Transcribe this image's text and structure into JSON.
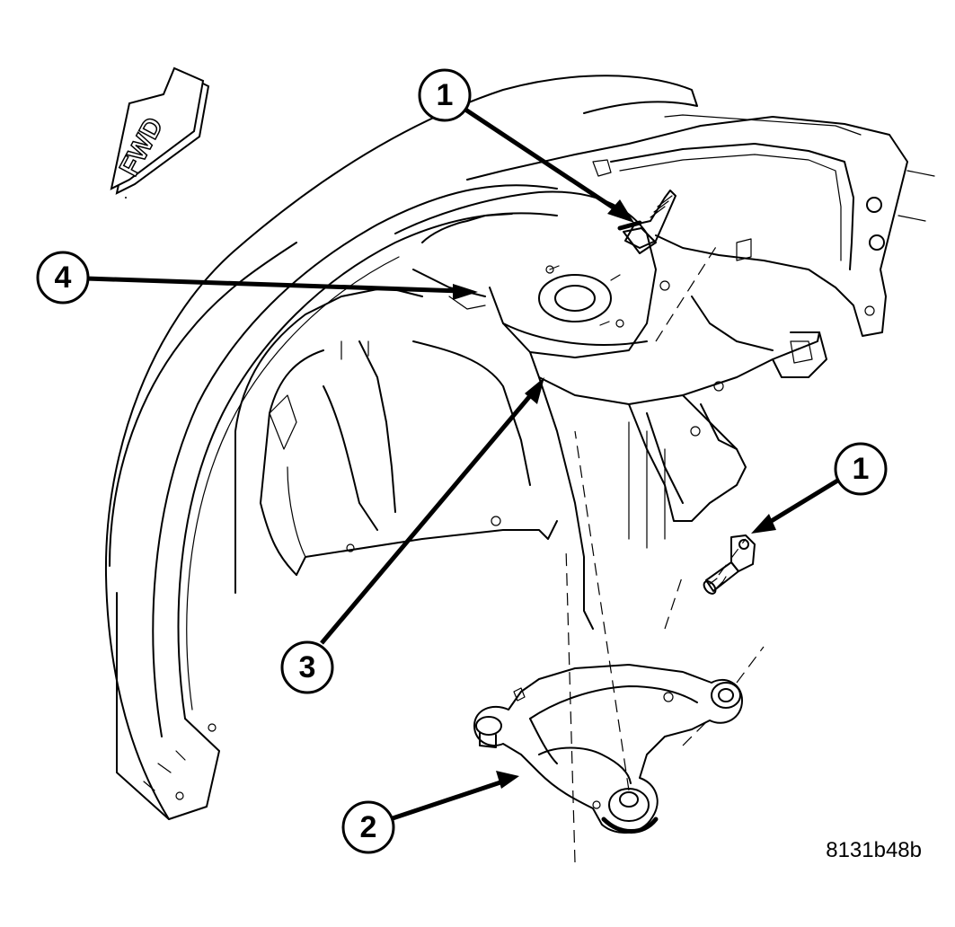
{
  "figure_id": "8131b48b",
  "direction_indicator": {
    "label": "FWD"
  },
  "callouts": [
    {
      "id": "callout-1-upper",
      "number": "1",
      "target": "Upper bolt (mounted)"
    },
    {
      "id": "callout-4",
      "number": "4",
      "target": "Body shock tower"
    },
    {
      "id": "callout-3",
      "number": "3",
      "target": "Inner panel"
    },
    {
      "id": "callout-1-lower",
      "number": "1",
      "target": "Bolt (exploded)"
    },
    {
      "id": "callout-2",
      "number": "2",
      "target": "Upper control arm"
    }
  ],
  "colors": {
    "ink": "#000000",
    "paper": "#ffffff"
  }
}
